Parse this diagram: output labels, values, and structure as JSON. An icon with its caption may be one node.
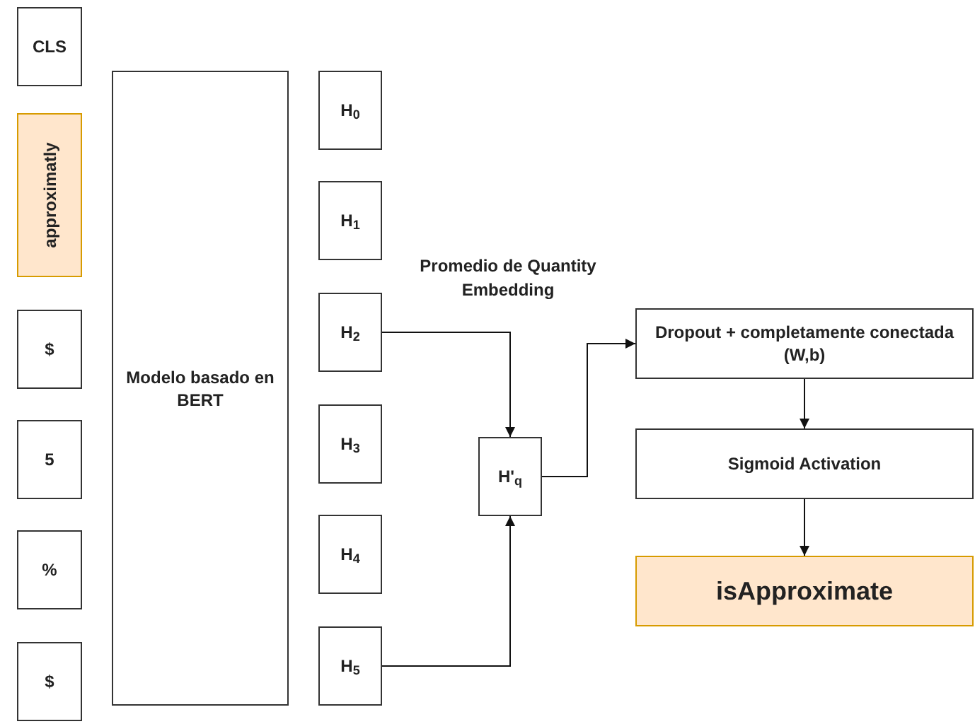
{
  "diagram": {
    "nodes": [
      {
        "text": [
          "CLS"
        ]
      },
      {
        "text": [
          "approximatly"
        ]
      },
      {
        "text": [
          "$"
        ]
      },
      {
        "text": [
          "5"
        ]
      },
      {
        "text": [
          "%"
        ]
      },
      {
        "text": [
          "$"
        ]
      },
      {
        "text": [
          "Modelo basado en BERT"
        ]
      },
      {
        "text": [
          "H$_{0}$"
        ]
      },
      {
        "text": [
          "H$_{1}$"
        ]
      },
      {
        "text": [
          "H$_{2}$"
        ]
      },
      {
        "text": [
          "H$_{3}$"
        ]
      },
      {
        "text": [
          "H$_{4}$"
        ]
      },
      {
        "text": [
          "H$_{5}$"
        ]
      },
      {
        "text": [
          "H'$_{q}$"
        ]
      },
      {
        "text": [
          "Dropout + completamente conectada (W,b)"
        ]
      },
      {
        "text": [
          "Sigmoid Activation"
        ]
      },
      {
        "text": [
          "isApproximate"
        ]
      }
    ],
    "edges": [
      {
        "from": 9,
        "to": 13,
        "arrow": "to"
      },
      {
        "from": 12,
        "to": 13,
        "arrow": "to"
      },
      {
        "from": 13,
        "to": 14,
        "arrow": "to"
      },
      {
        "from": 14,
        "to": 15,
        "arrow": "to"
      },
      {
        "from": 15,
        "to": 16,
        "arrow": "to"
      }
    ],
    "labels": [
      "Promedio de Quantity Embedding"
    ]
  }
}
